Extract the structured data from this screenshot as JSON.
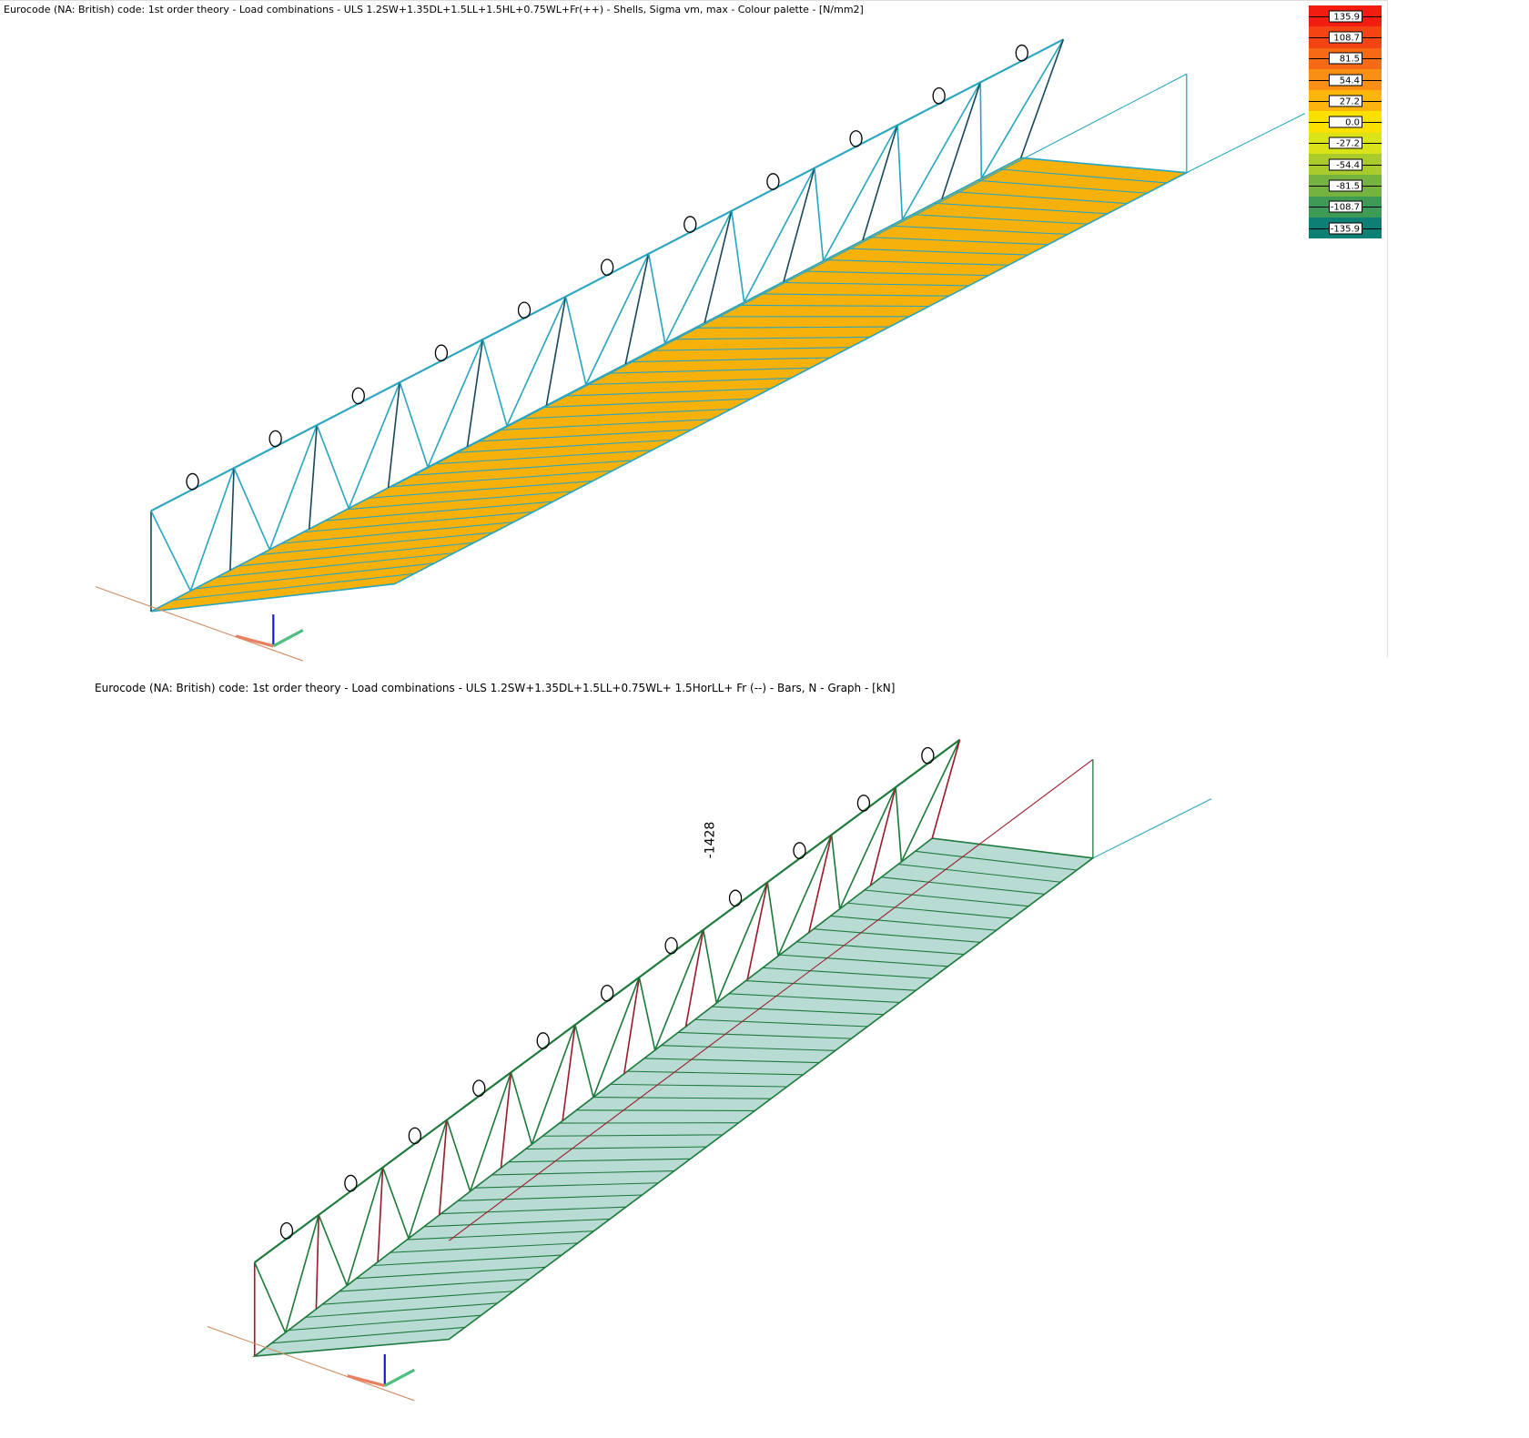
{
  "top_view": {
    "title": "Eurocode (NA: British) code: 1st order theory - Load combinations - ULS 1.2SW+1.35DL+1.5LL+1.5HL+0.75WL+Fr(++) - Shells, Sigma vm, max - Colour palette - [N/mm2]",
    "legend": [
      {
        "value": "135.9",
        "color": "#f21d10"
      },
      {
        "value": "108.7",
        "color": "#f44414"
      },
      {
        "value": "81.5",
        "color": "#f66a16"
      },
      {
        "value": "54.4",
        "color": "#f98f14"
      },
      {
        "value": "27.2",
        "color": "#fcb50c"
      },
      {
        "value": "0.0",
        "color": "#fbe000"
      },
      {
        "value": "-27.2",
        "color": "#d9e318"
      },
      {
        "value": "-54.4",
        "color": "#a9cc2c"
      },
      {
        "value": "-81.5",
        "color": "#74b340"
      },
      {
        "value": "-108.7",
        "color": "#3f9a55"
      },
      {
        "value": "-135.9",
        "color": "#0e7f75"
      }
    ]
  },
  "bottom_view": {
    "title": "Eurocode (NA: British) code: 1st order theory - Load combinations - ULS 1.2SW+1.35DL+1.5LL+0.75WL+ 1.5HorLL+ Fr (--) - Bars, N - Graph - [kN]",
    "max_label": "-1428"
  },
  "colors": {
    "truss_top": "#2aa5c0",
    "truss_bottom": "#1e7a3c",
    "tension": "#9b1c2c",
    "deck_bottom": "#b8dcd4",
    "deck_top": "#f6b20a"
  }
}
